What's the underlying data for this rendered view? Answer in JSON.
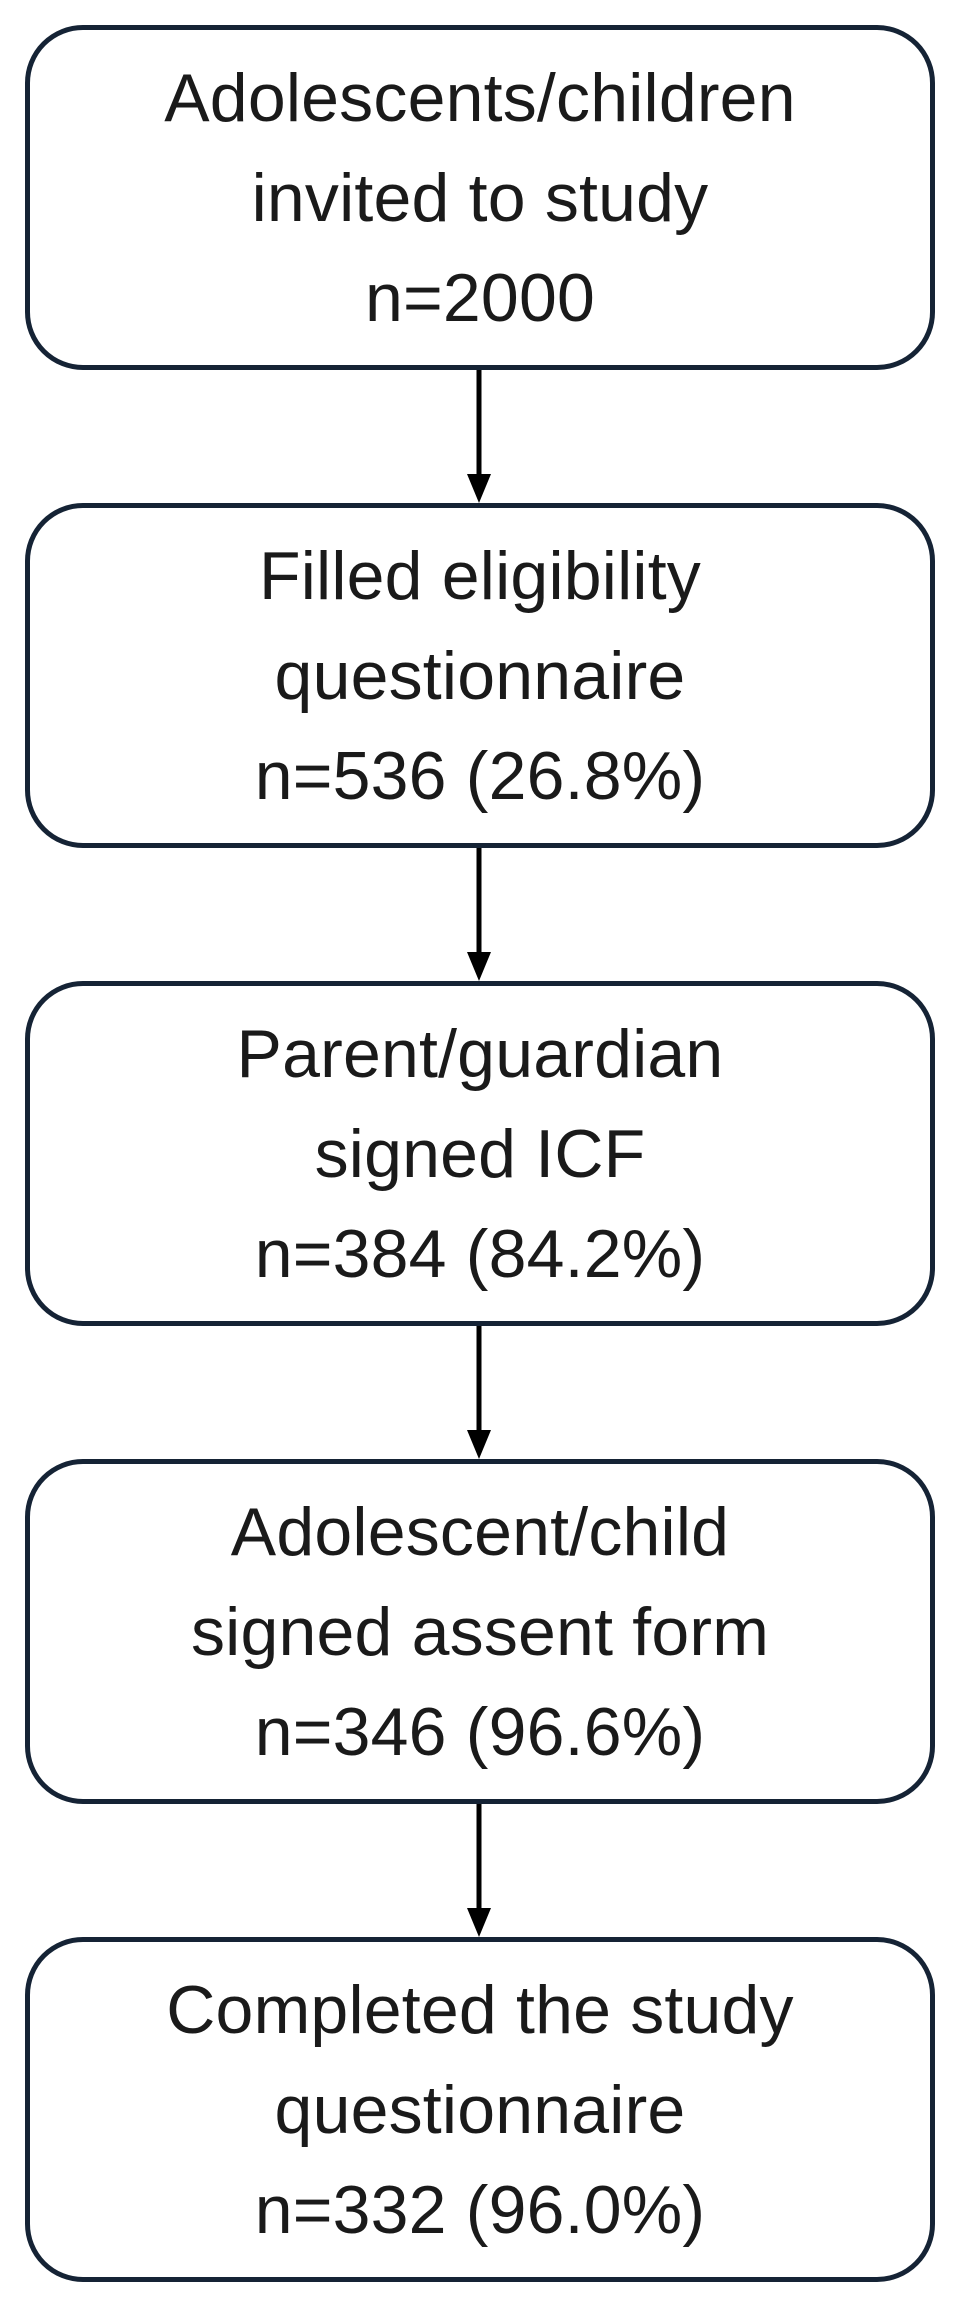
{
  "colors": {
    "box_border": "#152335",
    "arrow": "#000000",
    "text": "#1a1a1a",
    "background": "#ffffff"
  },
  "flow": {
    "steps": [
      {
        "lines": [
          "Adolescents/children",
          "invited to study",
          "n=2000"
        ]
      },
      {
        "lines": [
          "Filled eligibility",
          "questionnaire",
          "n=536 (26.8%)"
        ]
      },
      {
        "lines": [
          "Parent/guardian",
          "signed ICF",
          "n=384 (84.2%)"
        ]
      },
      {
        "lines": [
          "Adolescent/child",
          "signed assent form",
          "n=346 (96.6%)"
        ]
      },
      {
        "lines": [
          "Completed the study",
          "questionnaire",
          "n=332 (96.0%)"
        ]
      }
    ]
  }
}
